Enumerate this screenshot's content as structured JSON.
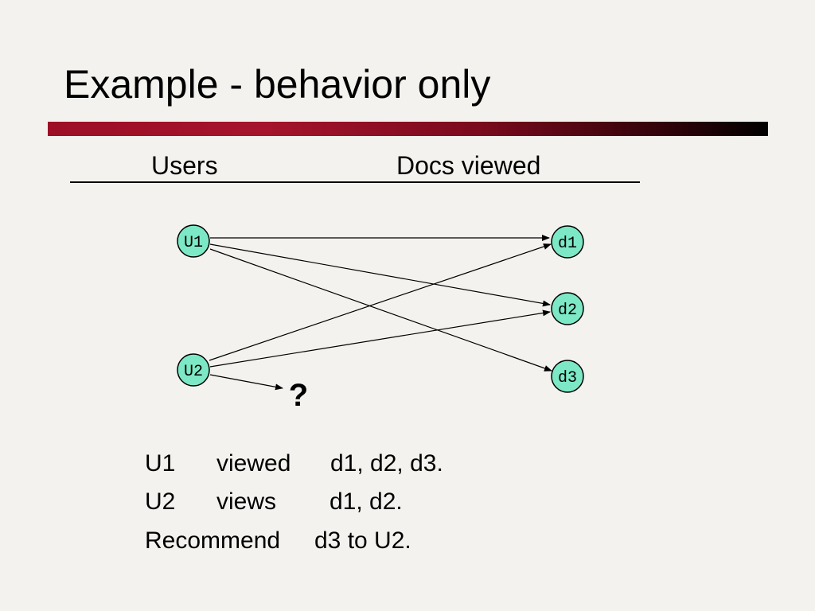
{
  "slide": {
    "title": "Example - behavior only",
    "headers": {
      "users": "Users",
      "docs": "Docs viewed"
    },
    "nodes": {
      "u1": "U1",
      "u2": "U2",
      "d1": "d1",
      "d2": "d2",
      "d3": "d3"
    },
    "unknown_mark": "?",
    "summary": {
      "row1": {
        "who": "U1",
        "verb": "viewed",
        "docs": "d1, d2, d3."
      },
      "row2": {
        "who": "U2",
        "verb": "views",
        "docs": "d1, d2."
      },
      "row3": {
        "action": "Recommend",
        "rest": "d3 to U2."
      }
    }
  },
  "colors": {
    "node_fill": "#7de8c6",
    "title_bar_start": "#9c0f26",
    "title_bar_end": "#000000",
    "background": "#f3f2ee"
  }
}
